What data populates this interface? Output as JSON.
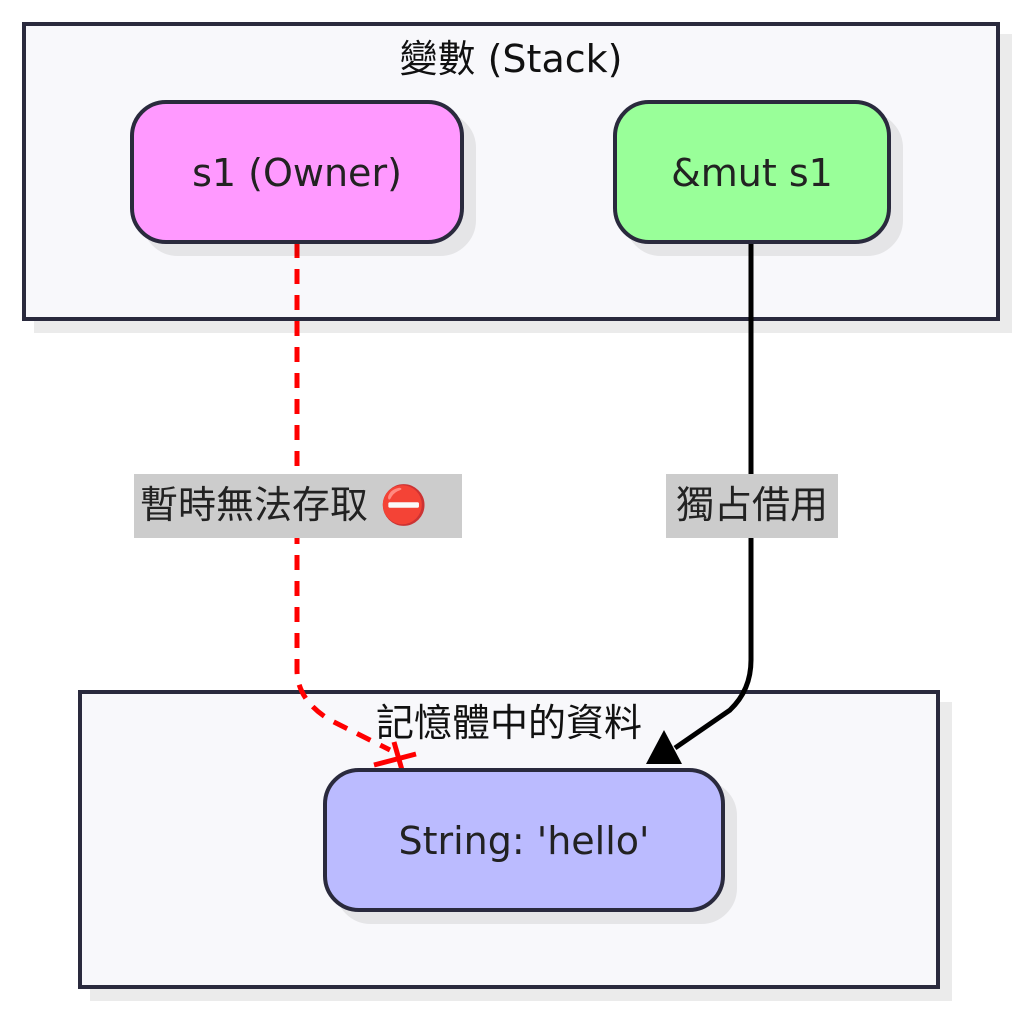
{
  "diagram": {
    "subgraphs": [
      {
        "id": "stack",
        "title": "變數 (Stack)"
      },
      {
        "id": "heap",
        "title": "記憶體中的資料"
      }
    ],
    "nodes": [
      {
        "id": "s1",
        "label": "s1 (Owner)",
        "fill": "#ff99ff"
      },
      {
        "id": "mut",
        "label": "&mut s1",
        "fill": "#99ff99"
      },
      {
        "id": "data",
        "label": "String: 'hello'",
        "fill": "#bbbbff"
      }
    ],
    "edges": [
      {
        "from": "s1",
        "to": "data",
        "label": "暫時無法存取 ⛔",
        "style": "dashed",
        "color": "#ff0000",
        "end_marker": "cross"
      },
      {
        "from": "mut",
        "to": "data",
        "label": "獨占借用",
        "style": "solid",
        "color": "#000000",
        "end_marker": "arrow"
      }
    ],
    "colors": {
      "subgraph_fill": "#f8f8fb",
      "border": "#2a2a3e",
      "edge_label_bg": "#cccccc",
      "blocked_icon": "#e53935"
    }
  }
}
